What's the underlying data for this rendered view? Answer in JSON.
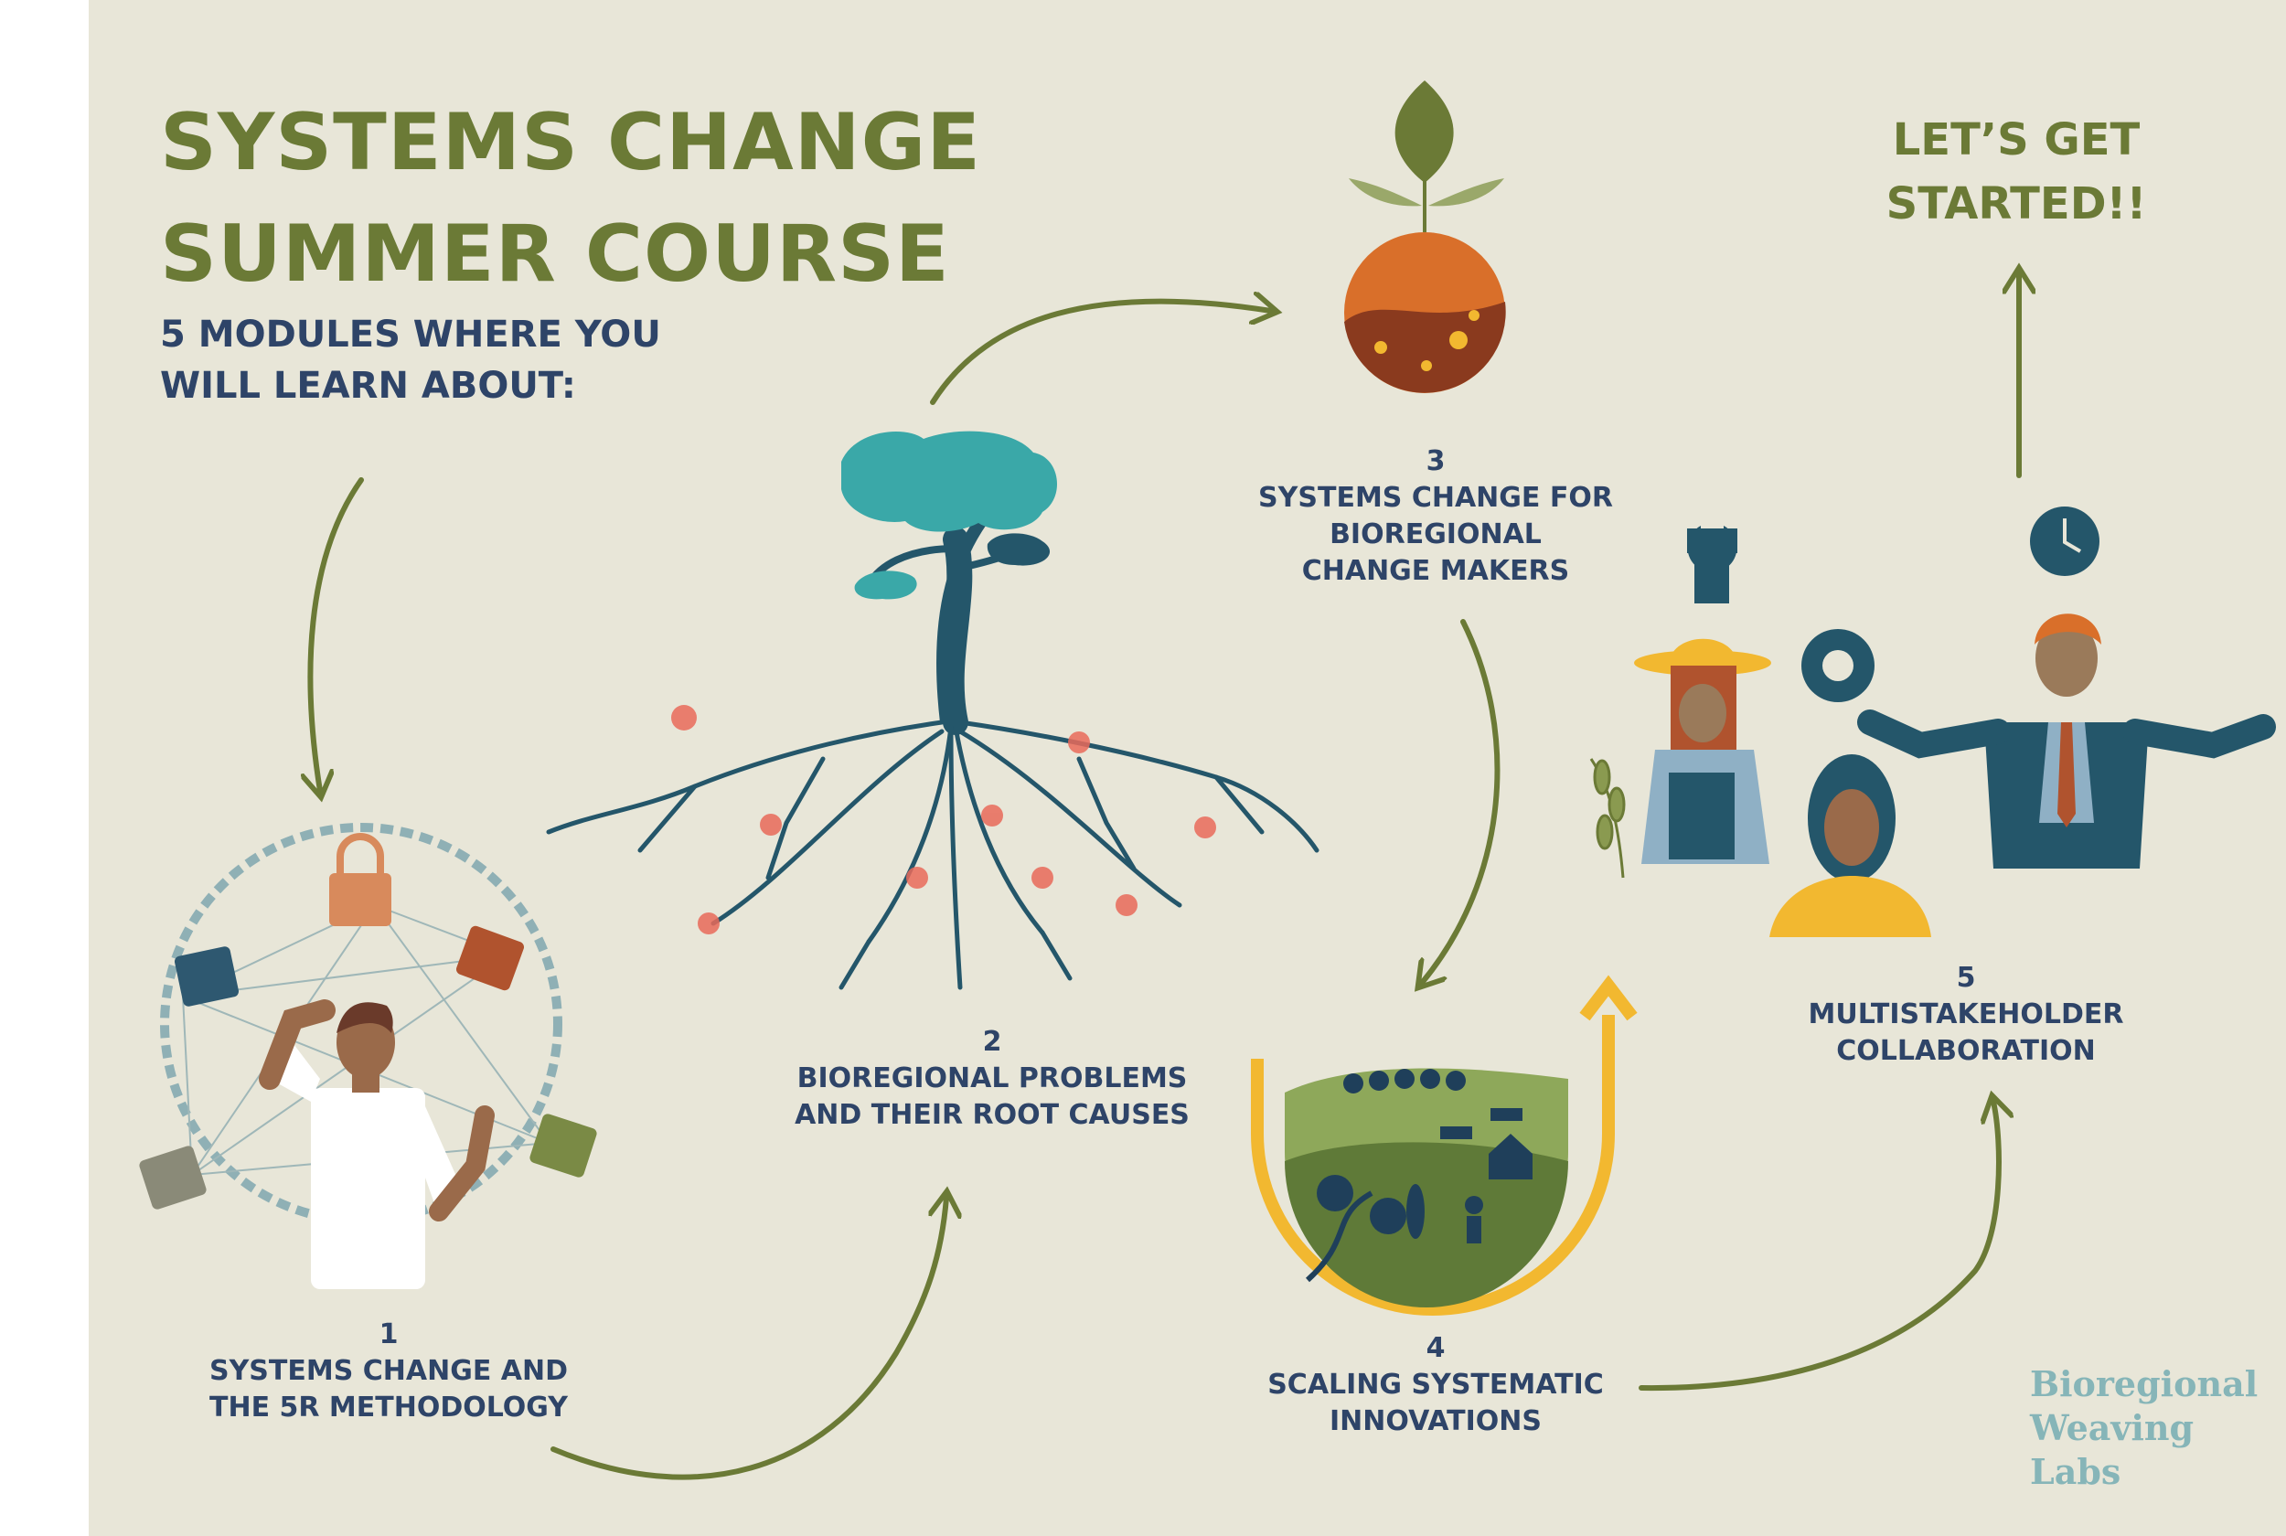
{
  "colors": {
    "background": "#e8e6d8",
    "title_green": "#6b7a36",
    "navy": "#2e4468",
    "arrow_green": "#6b7a36",
    "logo_teal": "#86b5b8",
    "tree_teal": "#3aa8a8",
    "yellow": "#f2b830"
  },
  "header": {
    "title_line1": "SYSTEMS CHANGE",
    "title_line2": "SUMMER COURSE",
    "subtitle_line1": "5 MODULES WHERE YOU",
    "subtitle_line2": "WILL LEARN ABOUT:"
  },
  "modules": [
    {
      "number": "1",
      "line1": "SYSTEMS CHANGE AND",
      "line2": "THE 5R METHODOLOGY",
      "illustration": "person-chained-with-padlocks-icon"
    },
    {
      "number": "2",
      "line1": "BIOREGIONAL PROBLEMS",
      "line2": "AND THEIR ROOT CAUSES",
      "illustration": "tree-with-roots-icon"
    },
    {
      "number": "3",
      "line1": "SYSTEMS CHANGE FOR",
      "line2": "BIOREGIONAL",
      "line3": "CHANGE MAKERS",
      "illustration": "sprout-seed-icon"
    },
    {
      "number": "4",
      "line1": "SCALING SYSTEMATIC",
      "line2": "INNOVATIONS",
      "illustration": "landscape-with-u-arrow-icon"
    },
    {
      "number": "5",
      "line1": "MULTISTAKEHOLDER",
      "line2": "COLLABORATION",
      "illustration": "stakeholders-group-icon"
    }
  ],
  "cta": {
    "line1": "LET’S GET",
    "line2": "STARTED!!"
  },
  "logo": {
    "line1": "Bioregional",
    "line2": "Weaving",
    "line3": "Labs"
  }
}
